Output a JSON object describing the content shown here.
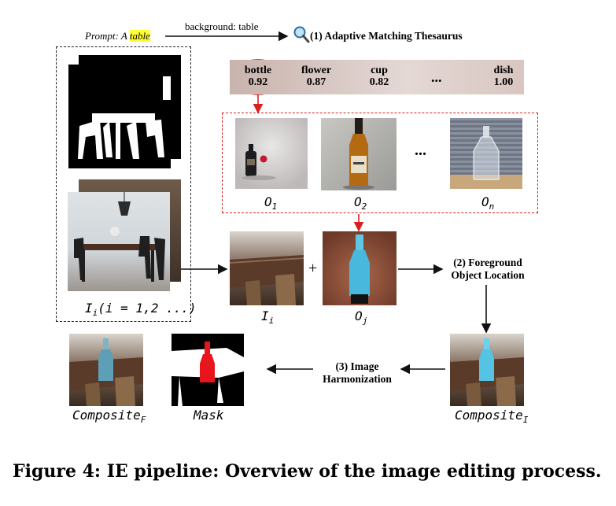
{
  "prompt": {
    "prefix": "Prompt: A ",
    "highlight": "table"
  },
  "background_label": "background: table",
  "thesaurus": {
    "title": "(1) Adaptive Matching Thesaurus",
    "entries": [
      {
        "word": "bottle",
        "score": "0.92"
      },
      {
        "word": "flower",
        "score": "0.87"
      },
      {
        "word": "cup",
        "score": "0.82"
      },
      {
        "word": "dish",
        "score": "1.00"
      }
    ],
    "ellipsis": "..."
  },
  "objects": {
    "o1": {
      "base": "O",
      "sub": "1"
    },
    "o2": {
      "base": "O",
      "sub": "2"
    },
    "on": {
      "base": "O",
      "sub": "n"
    },
    "ellipsis": "..."
  },
  "input_set_label": "I",
  "input_set_label_sub": "i",
  "input_set_label_suffix": "(i = 1,2 ...)",
  "ii_label": {
    "base": "I",
    "sub": "i"
  },
  "oj_label": {
    "base": "O",
    "sub": "j"
  },
  "plus": "+",
  "step2": {
    "line1": "(2) Foreground",
    "line2": "Object Location"
  },
  "step3": {
    "line1": "(3) Image",
    "line2": "Harmonization"
  },
  "composite_i": {
    "base": "Composite",
    "sub": "I"
  },
  "composite_f": {
    "base": "Composite",
    "sub": "F"
  },
  "mask_label": "Mask",
  "figure_caption": "Figure 4: IE pipeline: Overview of the image editing process.",
  "colors": {
    "highlight": "#ffff33",
    "red": "#d92020",
    "thesaurus_bg": "#dccbc7"
  }
}
